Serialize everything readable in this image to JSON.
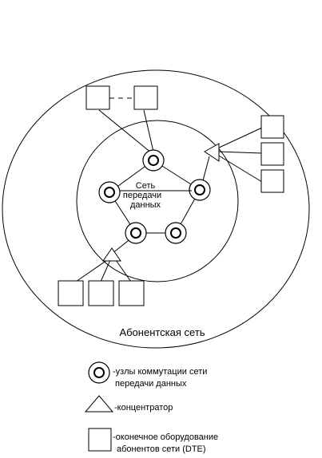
{
  "diagram": {
    "subscriber_network_label": "Абонентская сеть",
    "core_label_lines": [
      "Сеть",
      "передачи",
      "данных"
    ],
    "legend": [
      {
        "shape": "node",
        "lines": [
          "-узлы коммутации сети",
          "передачи данных"
        ]
      },
      {
        "shape": "triangle",
        "lines": [
          "-концентратор"
        ]
      },
      {
        "shape": "box",
        "lines": [
          "-оконечное оборудование",
          "абонентов сети (DTE)"
        ]
      }
    ],
    "colors": {
      "line": "#000000",
      "background": "#ffffff"
    }
  }
}
